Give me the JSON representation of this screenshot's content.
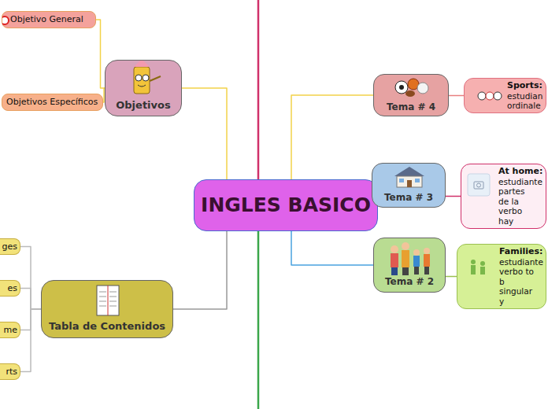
{
  "diagram": {
    "nodes": [
      {
        "text": [
          "INGLES BASICO"
        ]
      },
      {
        "text": [
          "Objetivos"
        ]
      },
      {
        "text": [
          "Objetivo General"
        ]
      },
      {
        "text": [
          "Objetivos Específicos"
        ]
      },
      {
        "text": [
          "Tabla de Contenidos"
        ]
      },
      {
        "text": [
          "ges"
        ]
      },
      {
        "text": [
          "es"
        ]
      },
      {
        "text": [
          "me"
        ]
      },
      {
        "text": [
          "rts"
        ]
      },
      {
        "text": [
          "Tema # 4"
        ]
      },
      {
        "text": [
          "Tema # 3"
        ]
      },
      {
        "text": [
          "Tema # 2"
        ]
      },
      {
        "text": [
          "Sports:",
          "estudian ordinale"
        ]
      },
      {
        "text": [
          "At home:",
          "estudiante partes de la verbo hay"
        ]
      },
      {
        "text": [
          "Families:",
          "estudiante verbo to b singular y"
        ]
      }
    ],
    "edges": [
      {
        "from": 0,
        "to": 1,
        "arrow": "none"
      },
      {
        "from": 1,
        "to": 2,
        "arrow": "none"
      },
      {
        "from": 1,
        "to": 3,
        "arrow": "none"
      },
      {
        "from": 0,
        "to": 4,
        "arrow": "none"
      },
      {
        "from": 4,
        "to": 5,
        "arrow": "none"
      },
      {
        "from": 4,
        "to": 6,
        "arrow": "none"
      },
      {
        "from": 4,
        "to": 7,
        "arrow": "none"
      },
      {
        "from": 4,
        "to": 8,
        "arrow": "none"
      },
      {
        "from": 0,
        "to": 9,
        "arrow": "none"
      },
      {
        "from": 0,
        "to": 10,
        "arrow": "none"
      },
      {
        "from": 0,
        "to": 11,
        "arrow": "none"
      },
      {
        "from": 9,
        "to": 12,
        "arrow": "none"
      },
      {
        "from": 10,
        "to": 13,
        "arrow": "none"
      },
      {
        "from": 11,
        "to": 14,
        "arrow": "none"
      }
    ]
  }
}
